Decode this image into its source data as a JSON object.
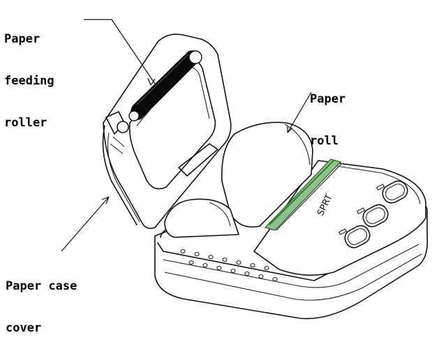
{
  "labels": {
    "feeding_roller": [
      "Paper",
      "feeding",
      "roller"
    ],
    "paper_roll": [
      "Paper",
      "roll"
    ],
    "case_cover": [
      "Paper case",
      "cover"
    ]
  },
  "brand_text": "SPRT",
  "colors": {
    "line": "#111111",
    "roller": "#0a0a0a",
    "tear_bar": "#3a7a3a",
    "background": "#ffffff"
  }
}
